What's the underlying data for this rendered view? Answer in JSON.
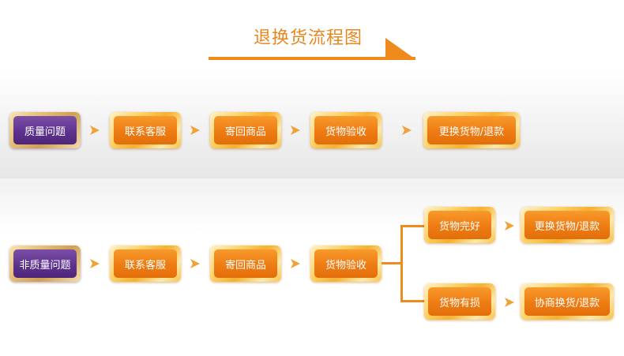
{
  "title": "退换货流程图",
  "colors": {
    "accent": "#ef8a1c",
    "box_orange": "#ee7c13",
    "box_purple": "#5e3290",
    "frame_gold": "#f6b02e"
  },
  "flow1": {
    "start": "质量问题",
    "steps": [
      "联系客服",
      "寄回商品",
      "货物验收"
    ],
    "end": "更换货物/退款"
  },
  "flow2": {
    "start": "非质量问题",
    "steps": [
      "联系客服",
      "寄回商品",
      "货物验收"
    ],
    "branches": [
      {
        "condition": "货物完好",
        "result": "更换货物/退款"
      },
      {
        "condition": "货物有损",
        "result": "协商换货/退款"
      }
    ]
  },
  "icons": {
    "step_arrow": "chevron-right-icon",
    "title_arrow": "arrow-right-icon"
  }
}
